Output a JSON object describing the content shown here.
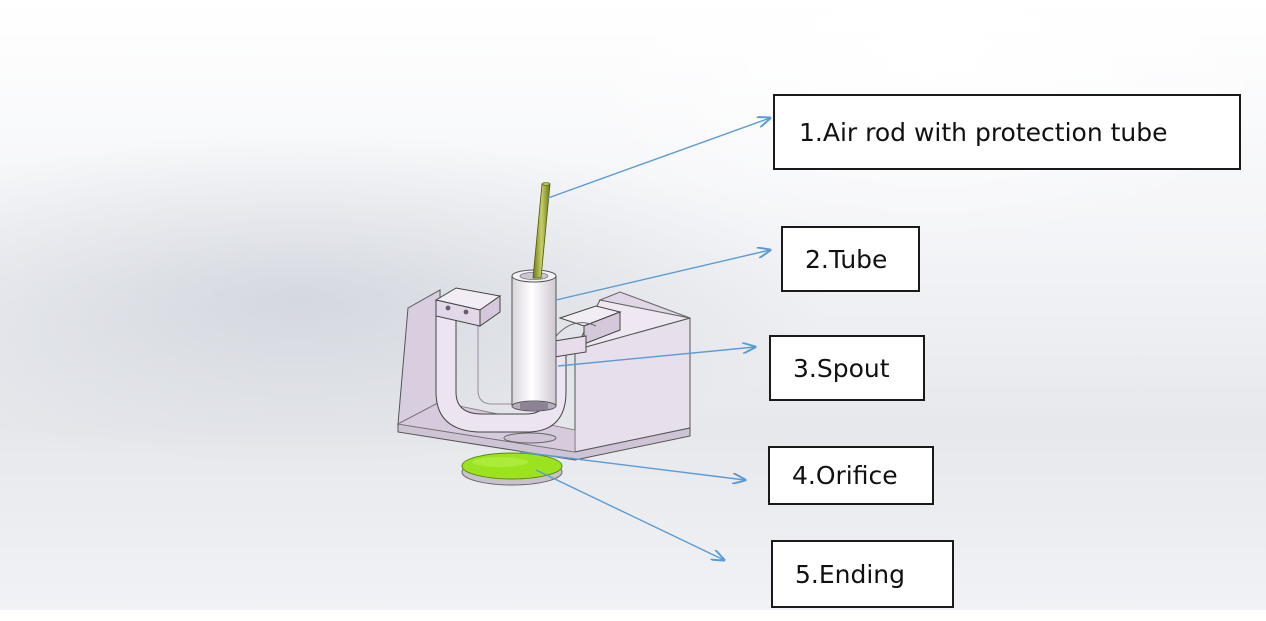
{
  "labels": [
    "1.Air rod with protection tube",
    "2.Tube",
    "3.Spout",
    "4.Orifice",
    "5.Ending"
  ],
  "colors": {
    "arrow": "#5b9bd5",
    "housing": "#e6dcea",
    "housing_dark": "#c9b9cf",
    "rod": "#8f9a2a",
    "orifice": "#9be21f"
  }
}
